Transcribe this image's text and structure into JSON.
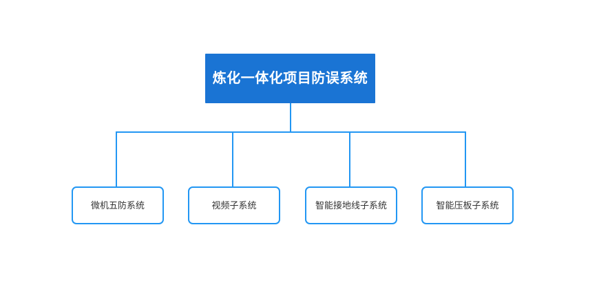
{
  "diagram": {
    "type": "org-tree",
    "background_color": "#ffffff",
    "root": {
      "label": "炼化一体化项目防误系统",
      "fill_color": "#1a74d4",
      "text_color": "#ffffff"
    },
    "children": [
      {
        "label": "微机五防系统"
      },
      {
        "label": "视频子系统"
      },
      {
        "label": "智能接地线子系统"
      },
      {
        "label": "智能压板子系统"
      }
    ],
    "child_style": {
      "border_color": "#2196f3",
      "fill_color": "#ffffff",
      "text_color": "#333333"
    },
    "connector": {
      "color": "#2196f3",
      "stroke_width": 2
    }
  }
}
